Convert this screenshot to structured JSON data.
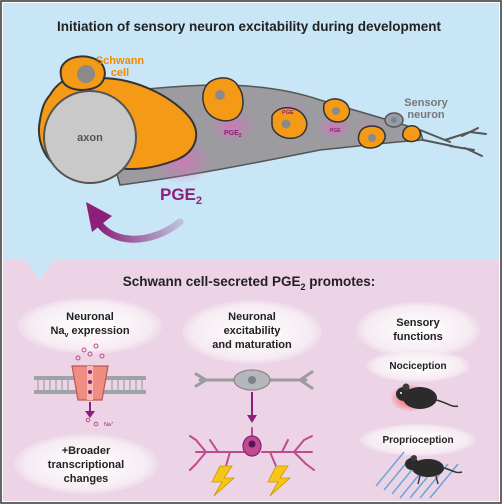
{
  "top_panel": {
    "title": "Initiation of sensory neuron excitability during development",
    "schwann_label_1": "Schwann",
    "schwann_label_2": "cell",
    "axon_label": "axon",
    "sensory_label_1": "Sensory",
    "sensory_label_2": "neuron",
    "pge_big": "PGE",
    "pge_big_sub": "2",
    "pge_small": "PGE",
    "pge_small_sub": "2"
  },
  "bottom_panel": {
    "title": "Schwann cell-secreted PGE",
    "title_sub": "2",
    "title_end": " promotes:",
    "left": {
      "title_1": "Neuronal",
      "title_2a": "Na",
      "title_2sub": "v",
      "title_2b": " expression",
      "na_label": "Na",
      "na_sup": "+",
      "result_1": "+Broader",
      "result_2": "transcriptional",
      "result_3": "changes"
    },
    "middle": {
      "title_1": "Neuronal",
      "title_2": "excitability",
      "title_3": "and maturation"
    },
    "right": {
      "title_1": "Sensory",
      "title_2": "functions",
      "nociception": "Nociception",
      "proprioception": "Proprioception"
    }
  },
  "colors": {
    "top_bg": "#c8e6f5",
    "bottom_bg": "#ecd3e6",
    "schwann": "#f59a16",
    "purple": "#8b1f79",
    "neuron": "#9c9ca0"
  }
}
